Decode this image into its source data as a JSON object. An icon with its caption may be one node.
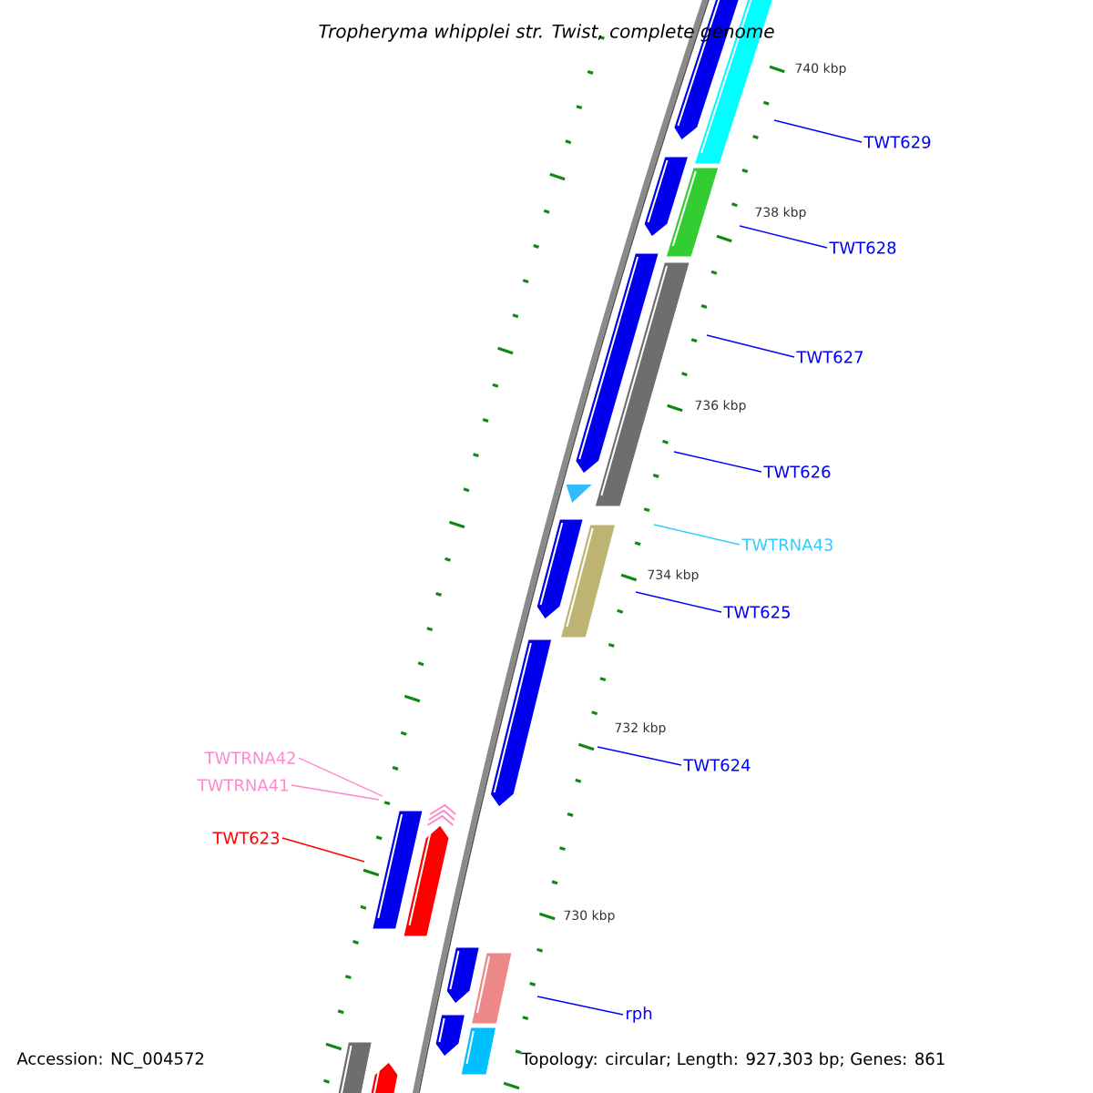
{
  "diagram": {
    "title": "Tropheryma whipplei str. Twist, complete genome",
    "nodes": [
      {
        "text": [
          "TWT629"
        ]
      },
      {
        "text": [
          "TWT628"
        ]
      },
      {
        "text": [
          "TWT627"
        ]
      },
      {
        "text": [
          "TWT626"
        ]
      },
      {
        "text": [
          "TWTRNA43"
        ]
      },
      {
        "text": [
          "TWT625"
        ]
      },
      {
        "text": [
          "TWT624"
        ]
      },
      {
        "text": [
          "TWTRNA42"
        ]
      },
      {
        "text": [
          "TWTRNA41"
        ]
      },
      {
        "text": [
          "TWT623"
        ]
      },
      {
        "text": [
          "rph"
        ]
      }
    ],
    "edges": [
      {
        "from": 0,
        "to": null,
        "arrow": "none"
      },
      {
        "from": 1,
        "to": null,
        "arrow": "none"
      },
      {
        "from": 2,
        "to": null,
        "arrow": "none"
      },
      {
        "from": 3,
        "to": null,
        "arrow": "none"
      },
      {
        "from": 4,
        "to": null,
        "arrow": "none",
        "color": "#33ccff"
      },
      {
        "from": 5,
        "to": null,
        "arrow": "none"
      },
      {
        "from": 6,
        "to": null,
        "arrow": "none"
      },
      {
        "from": 7,
        "to": null,
        "arrow": "none",
        "color": "#ff88cc"
      },
      {
        "from": 8,
        "to": null,
        "arrow": "none",
        "color": "#ff88cc"
      },
      {
        "from": 9,
        "to": null,
        "arrow": "none",
        "color": "#ff0000"
      },
      {
        "from": 10,
        "to": null,
        "arrow": "none"
      }
    ],
    "labels": [
      "740 kbp",
      "738 kbp",
      "736 kbp",
      "734 kbp",
      "732 kbp",
      "730 kbp",
      "Accession: NC_004572",
      "Topology: circular; Length: 927,303 bp; Genes: 861"
    ]
  }
}
